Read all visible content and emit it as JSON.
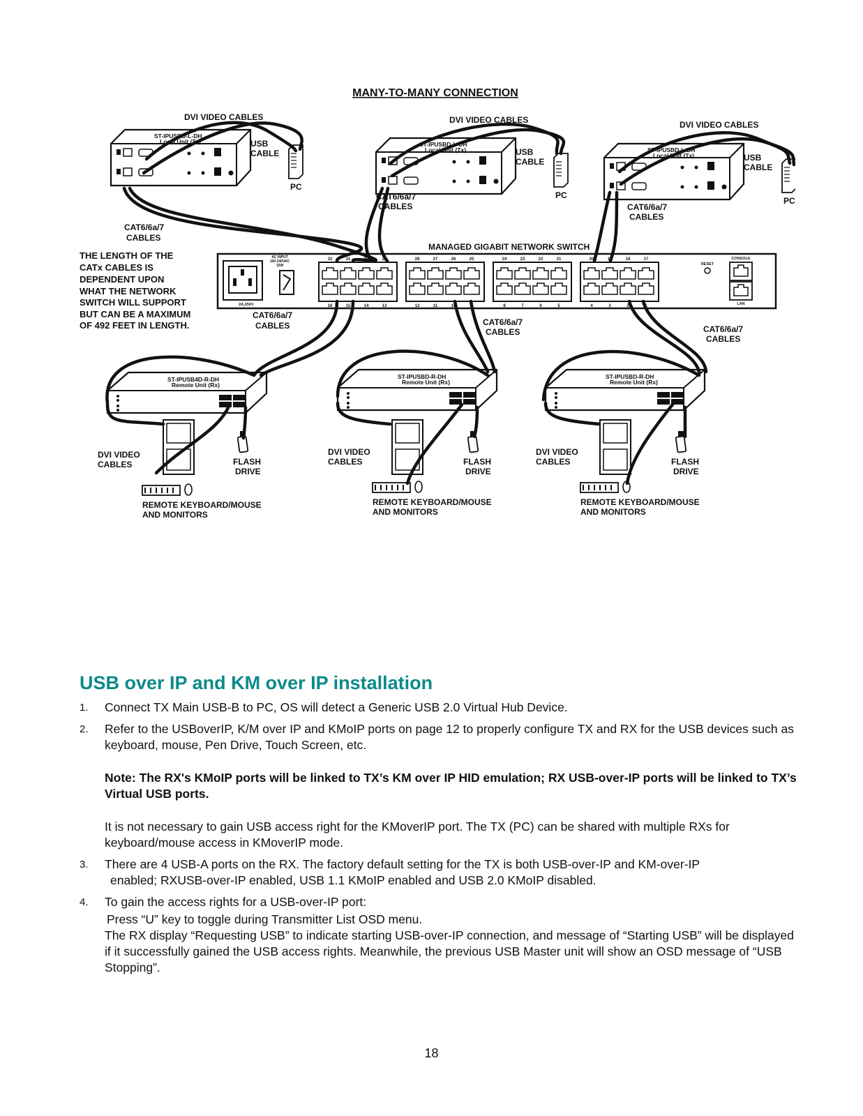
{
  "diagram": {
    "title": "MANY-TO-MANY CONNECTION",
    "dvi_video_cables": "DVI VIDEO CABLES",
    "tx_model": "ST-IPUSBD-L-DH",
    "tx_sub": "Local Unit (Tx)",
    "usb": "USB",
    "cable": "CABLE",
    "pc": "PC",
    "cat_label": "CAT6/6a/7",
    "cables": "CABLES",
    "switch_label": "MANAGED GIGABIT NETWORK SWITCH",
    "switch_ac_input": "AC INPUT",
    "switch_ac_range": "100-240VAC",
    "switch_ac_watt": "15W",
    "switch_fuse": "2A,250V",
    "switch_reset": "RESET",
    "switch_console": "CONSOLE",
    "switch_lan": "LAN",
    "port_top": [
      "32",
      "31",
      "30",
      "29",
      "28",
      "27",
      "26",
      "25",
      "24",
      "23",
      "22",
      "21",
      "20",
      "19",
      "18",
      "17"
    ],
    "port_bottom": [
      "16",
      "15",
      "14",
      "13",
      "12",
      "11",
      "10",
      "9",
      "8",
      "7",
      "6",
      "5",
      "4",
      "3",
      "2",
      "1"
    ],
    "length_note": [
      "THE LENGTH OF THE",
      "CATx CABLES IS",
      "DEPENDENT UPON",
      "WHAT THE NETWORK",
      "SWITCH WILL SUPPORT",
      "BUT CAN BE A MAXIMUM",
      "OF 492 FEET IN LENGTH."
    ],
    "rx_models": [
      "ST-IPUSB4D-R-DH",
      "ST-IPUSBD-R-DH",
      "ST-IPUSBD-R-DH"
    ],
    "rx_sub": "Remote Unit (Rx)",
    "dvi_video": "DVI VIDEO",
    "flash": "FLASH",
    "drive": "DRIVE",
    "remote_kbm": "REMOTE KEYBOARD/MOUSE",
    "and_monitors": "AND MONITORS"
  },
  "section": {
    "title": "USB over IP and KM over IP installation",
    "items": [
      {
        "num": "1.",
        "text": "Connect TX Main USB-B to PC, OS will detect a Generic USB 2.0 Virtual Hub Device."
      },
      {
        "num": "2.",
        "text": "Refer to the USBoverIP, K/M over IP and KMoIP ports on page 12 to properly configure TX and RX for the USB devices such as keyboard, mouse, Pen Drive, Touch Screen, etc."
      },
      {
        "num": "3.",
        "text": "There are 4 USB-A ports on the RX. The factory default setting for the TX is both USB-over-IP and KM-over-IP",
        "text2": "enabled; RXUSB-over-IP enabled, USB 1.1 KMoIP enabled and USB 2.0 KMoIP disabled."
      },
      {
        "num": "4.",
        "text": "To gain the access rights for a USB-over-IP port:"
      }
    ],
    "note": "Note:  The RX's KMoIP ports will be linked to TX’s KM over IP HID emulation; RX USB-over-IP ports will be linked to TX’s Virtual USB ports.",
    "para": "It is not necessary to gain USB access right for the KMoverIP port. The TX (PC) can be shared with multiple RXs for keyboard/mouse access in KMoverIP mode.",
    "step4_line1": "Press “U” key to toggle during Transmitter List OSD menu.",
    "step4_line2": "The RX display “Requesting USB” to indicate starting USB-over-IP connection, and message of “Starting USB” will be displayed if it successfully gained the USB access rights. Meanwhile, the previous USB Master unit will show an OSD message of “USB Stopping”."
  },
  "page_number": "18"
}
